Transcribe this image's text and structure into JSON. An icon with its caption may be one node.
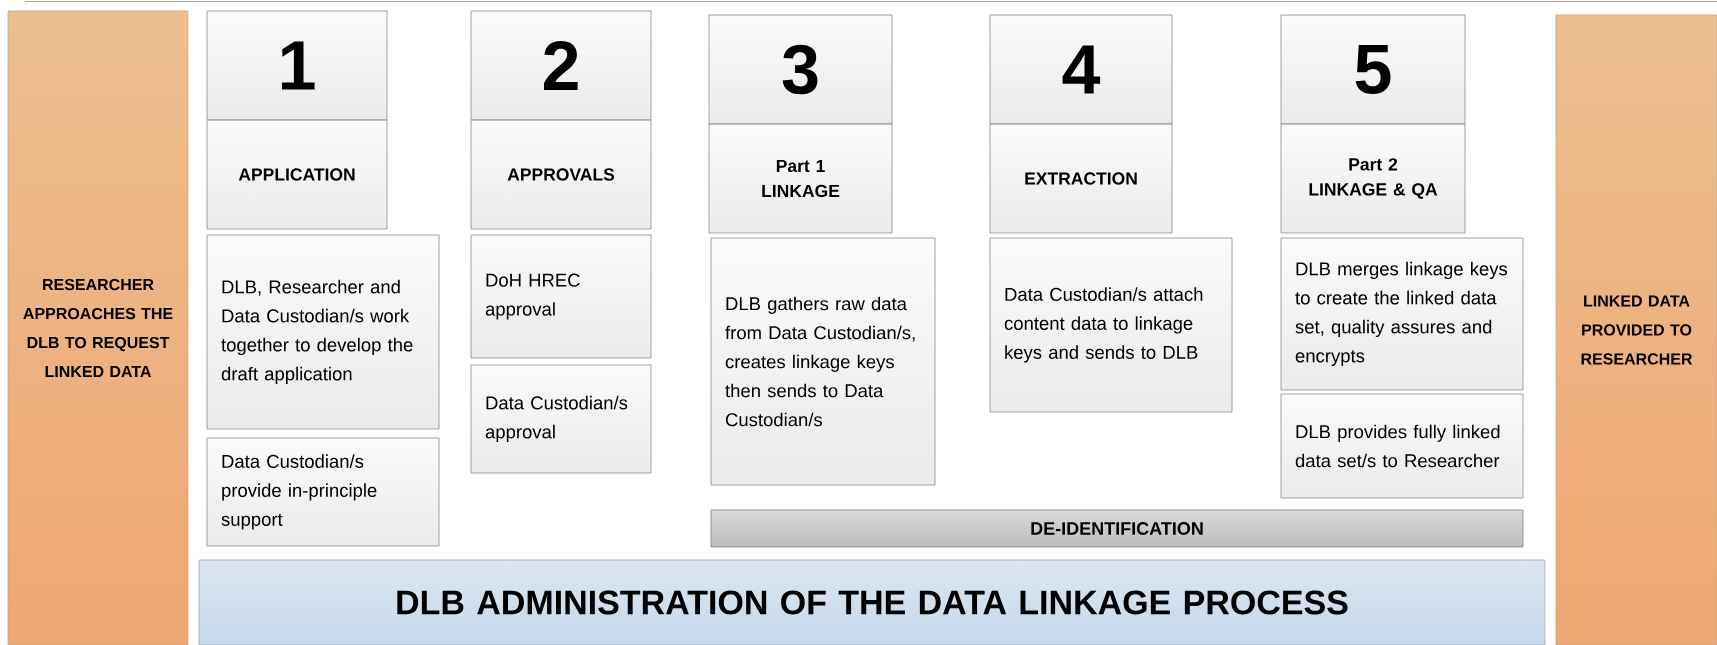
{
  "diagram": {
    "nodes": [
      {
        "text": [
          "RESEARCHER APPROACHES THE DLB TO REQUEST LINKED DATA"
        ]
      },
      {
        "text": [
          "1"
        ]
      },
      {
        "text": [
          "APPLICATION"
        ]
      },
      {
        "text": [
          "DLB, Researcher and Data Custodian/s work together to develop the draft application"
        ]
      },
      {
        "text": [
          "Data Custodian/s provide in-principle support"
        ]
      },
      {
        "text": [
          "2"
        ]
      },
      {
        "text": [
          "APPROVALS"
        ]
      },
      {
        "text": [
          "DoH HREC approval"
        ]
      },
      {
        "text": [
          "Data Custodian/s approval"
        ]
      },
      {
        "text": [
          "3"
        ]
      },
      {
        "text": [
          "Part 1 LINKAGE"
        ]
      },
      {
        "text": [
          "DLB gathers raw data from Data Custodian/s, creates linkage keys then sends to Data Custodian/s"
        ]
      },
      {
        "text": [
          "4"
        ]
      },
      {
        "text": [
          "EXTRACTION"
        ]
      },
      {
        "text": [
          "Data Custodian/s attach content data to linkage keys and sends to DLB"
        ]
      },
      {
        "text": [
          "5"
        ]
      },
      {
        "text": [
          "Part 2 LINKAGE & QA"
        ]
      },
      {
        "text": [
          "DLB merges linkage keys to create the linked data set, quality assures and encrypts"
        ]
      },
      {
        "text": [
          "DLB provides fully linked data set/s to Researcher"
        ]
      },
      {
        "text": [
          "DE-IDENTIFICATION"
        ]
      },
      {
        "text": [
          "LINKED DATA PROVIDED TO RESEARCHER"
        ]
      },
      {
        "text": [
          "DLB ADMINISTRATION OF THE DATA LINKAGE PROCESS"
        ]
      }
    ]
  }
}
